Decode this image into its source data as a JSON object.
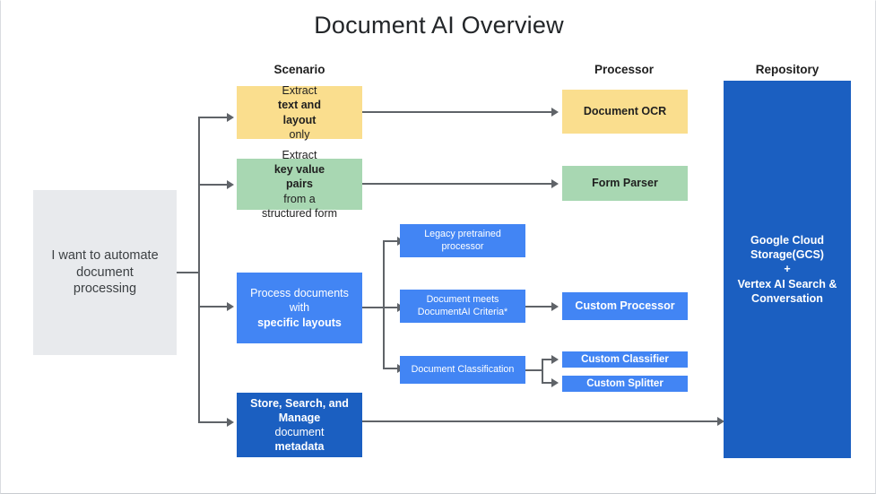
{
  "diagram": {
    "title": "Document AI Overview",
    "columns": [
      {
        "key": "scenario",
        "label": "Scenario"
      },
      {
        "key": "processor",
        "label": "Processor"
      },
      {
        "key": "repository",
        "label": "Repository"
      }
    ],
    "colors": {
      "yellow": "#FADE8E",
      "green": "#A8D7B2",
      "blue": "#4285F4",
      "dark_blue": "#1B5FC1",
      "grey": "#E8EAED",
      "connector": "#5f6368",
      "text_dark": "#1f1f1f",
      "text_light": "#ffffff"
    },
    "entry": {
      "label": "I want to automate document processing",
      "line1": "I want to automate",
      "line2": "document",
      "line3": "processing"
    },
    "scenarios": [
      {
        "id": "extract-text-layout",
        "color": "yellow",
        "line1_plain": "Extract ",
        "line1_bold": "text and",
        "line2_bold": "layout",
        "line2_plain": " only"
      },
      {
        "id": "extract-key-value",
        "color": "green",
        "line1_plain": "Extract ",
        "line1_bold": "key value",
        "line2_bold": "pairs",
        "line2_plain": " from a",
        "line3_plain": "structured form"
      },
      {
        "id": "process-specific-layouts",
        "color": "blue",
        "line1_plain": "Process documents",
        "line2_plain": "with ",
        "line2_bold": "specific layouts"
      },
      {
        "id": "store-search-manage",
        "color": "dark_blue",
        "line1_bold": "Store, Search, and",
        "line2_bold": "Manage",
        "line2_plain": " document",
        "line3_bold": "metadata"
      }
    ],
    "intermediates": [
      {
        "id": "legacy-pretrained-processor",
        "line1": "Legacy pretrained",
        "line2": "processor"
      },
      {
        "id": "document-meets-criteria",
        "line1": "Document meets",
        "line2": "DocumentAI Criteria*"
      },
      {
        "id": "document-classification",
        "line1": "Document Classification",
        "line2": ""
      }
    ],
    "processors": [
      {
        "id": "document-ocr",
        "label": "Document OCR",
        "color": "yellow"
      },
      {
        "id": "form-parser",
        "label": "Form Parser",
        "color": "green"
      },
      {
        "id": "custom-processor",
        "label": "Custom Processor",
        "color": "blue"
      },
      {
        "id": "custom-classifier",
        "label": "Custom Classifier",
        "color": "blue"
      },
      {
        "id": "custom-splitter",
        "label": "Custom Splitter",
        "color": "blue"
      }
    ],
    "repository": {
      "id": "repository-node",
      "line1": "Google Cloud",
      "line2": "Storage(GCS)",
      "line3": "+",
      "line4": "Vertex AI Search &",
      "line5": "Conversation"
    }
  }
}
